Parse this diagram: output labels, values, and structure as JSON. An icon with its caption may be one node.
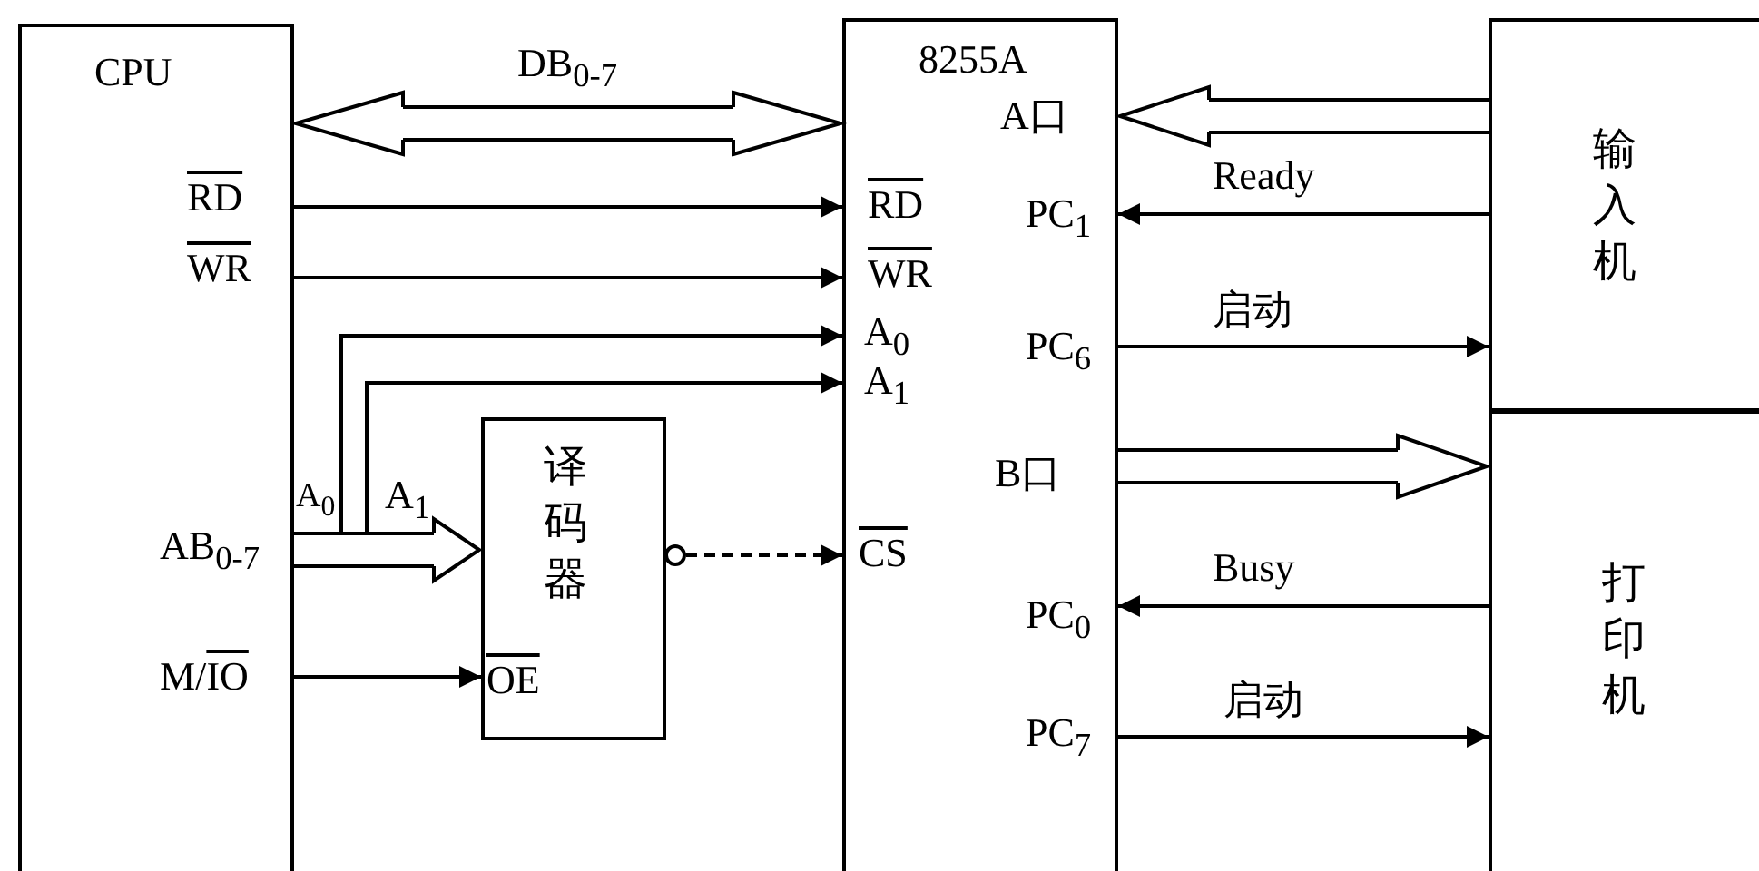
{
  "diagram": {
    "nodes": [
      {
        "text": [
          "CPU"
        ]
      },
      {
        "text": [
          "译码器"
        ]
      },
      {
        "text": [
          "8255A"
        ]
      },
      {
        "text": [
          "输入机"
        ]
      },
      {
        "text": [
          "打印机"
        ]
      }
    ],
    "edges": [
      {
        "from": 0,
        "to": 2,
        "arrow": "both",
        "style": "thick",
        "label": "DB$_{0-7}$"
      },
      {
        "from": 0,
        "to": 2,
        "arrow": "to"
      },
      {
        "from": 0,
        "to": 2,
        "arrow": "to"
      },
      {
        "from": 0,
        "to": 2,
        "arrow": "to"
      },
      {
        "from": 0,
        "to": 2,
        "arrow": "to"
      },
      {
        "from": 0,
        "to": 1,
        "arrow": "to",
        "style": "thick"
      },
      {
        "from": 0,
        "to": 1,
        "arrow": "to"
      },
      {
        "from": 1,
        "to": 2,
        "arrow": "to",
        "style": "dashed"
      },
      {
        "from": 3,
        "to": 2,
        "arrow": "to",
        "style": "thick"
      },
      {
        "from": 3,
        "to": 2,
        "arrow": "to",
        "label": "Ready"
      },
      {
        "from": 2,
        "to": 3,
        "arrow": "to",
        "label": "启动"
      },
      {
        "from": 2,
        "to": 4,
        "arrow": "to",
        "style": "thick"
      },
      {
        "from": 4,
        "to": 2,
        "arrow": "to",
        "label": "Busy"
      },
      {
        "from": 2,
        "to": 4,
        "arrow": "to",
        "label": "启动"
      }
    ],
    "labels": [
      "RD",
      "WR",
      "A$_{0}$",
      "A$_{1}$",
      "AB$_{0-7}$",
      "M/IO",
      "OE",
      "A口",
      "RD",
      "PC$_{1}$",
      "WR",
      "A$_{0}$",
      "A$_{1}$",
      "PC$_{6}$",
      "B口",
      "CS",
      "PC$_{0}$",
      "PC$_{7}$"
    ]
  }
}
